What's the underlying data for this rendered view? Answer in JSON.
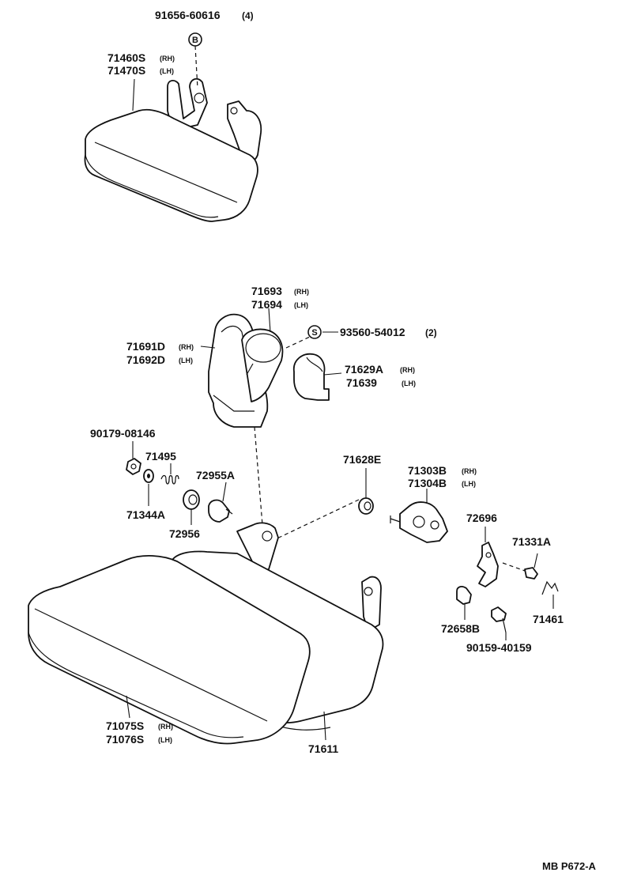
{
  "labels": {
    "bolt_b": {
      "part": "91656-60616",
      "qty": "(4)"
    },
    "symbol_b": "B",
    "symbol_s": "S",
    "armrest_upper": {
      "part_rh": "71460S",
      "tag_rh": "(RH)",
      "part_lh": "71470S",
      "tag_lh": "(LH)"
    },
    "hinge_cover_outer": {
      "part_rh": "71693",
      "tag_rh": "(RH)",
      "part_lh": "71694",
      "tag_lh": "(LH)"
    },
    "hinge_cover_inner": {
      "part_rh": "71691D",
      "tag_rh": "(RH)",
      "part_lh": "71692D",
      "tag_lh": "(LH)"
    },
    "screw_s": {
      "part": "93560-54012",
      "qty": "(2)"
    },
    "knob_cover": {
      "part_rh": "71629A",
      "tag_rh": "(RH)",
      "part_lh": "71639",
      "tag_lh": "(LH)"
    },
    "nut": "90179-08146",
    "spring": "71495",
    "washer": "71344A",
    "clip_a": "72955A",
    "clip": "72956",
    "bushing": "71628E",
    "hinge": {
      "part_rh": "71303B",
      "tag_rh": "(RH)",
      "part_lh": "71304B",
      "tag_lh": "(LH)"
    },
    "lever": "72696",
    "screw": "71331A",
    "stopper": "72658B",
    "spring_small": "71461",
    "bolt": "90159-40159",
    "cushion": {
      "part_rh": "71075S",
      "tag_rh": "(RH)",
      "part_lh": "71076S",
      "tag_lh": "(LH)"
    },
    "frame": "71611",
    "ref_code": "MB P672-A"
  }
}
